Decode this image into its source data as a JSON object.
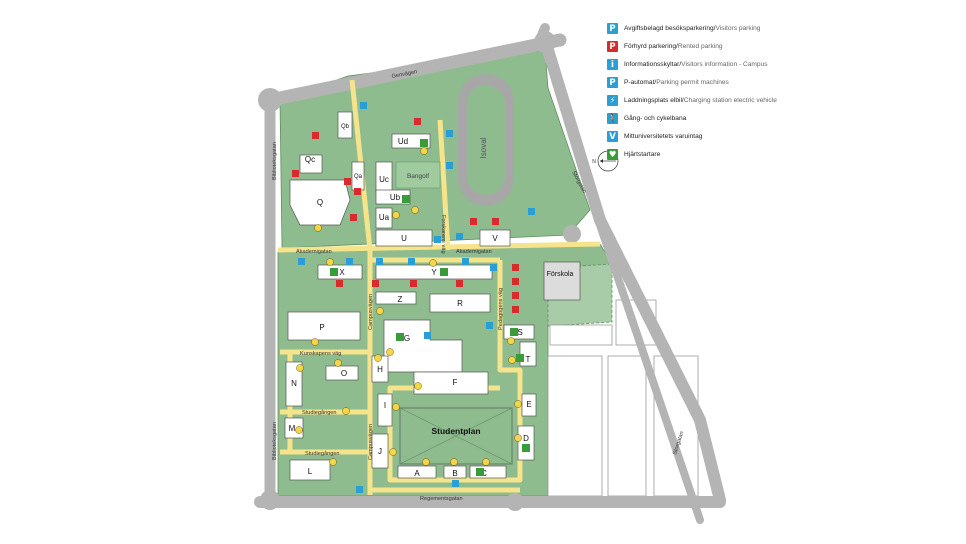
{
  "legend": [
    {
      "icon": "visitor-parking-icon",
      "label": "Avgiftsbelagd besöksparkering/",
      "sub": "Visitors parking",
      "color": "#2a9fd6",
      "glyph": "P"
    },
    {
      "icon": "rented-parking-icon",
      "label": "Förhyrd parkering/",
      "sub": "Rented parking",
      "color": "#d92b2b",
      "glyph": "P"
    },
    {
      "icon": "information-icon",
      "label": "Informationsskyltar/",
      "sub": "Visitors information - Campus",
      "color": "#2a9fd6",
      "glyph": "i"
    },
    {
      "icon": "parking-machine-icon",
      "label": "P-automat/",
      "sub": "Parking permit machines",
      "color": "#2a9fd6",
      "glyph": "P"
    },
    {
      "icon": "ev-charging-icon",
      "label": "Laddningsplats elbil/",
      "sub": "Charging station electric vehicle",
      "color": "#2a9fd6",
      "glyph": "⚡"
    },
    {
      "icon": "cycle-path-icon",
      "label": "Gång- och cykelbana",
      "sub": "",
      "color": "#2a9fd6",
      "glyph": "🚶"
    },
    {
      "icon": "delivery-entrance-icon",
      "label": "Mittuniversitetets varuintag",
      "sub": "",
      "color": "#2a9fd6",
      "glyph": "V"
    },
    {
      "icon": "defibrillator-icon",
      "label": "Hjärtstartare",
      "sub": "",
      "color": "#3a9b3a",
      "glyph": "♥"
    }
  ],
  "streets": {
    "genvagen": "Genvägen",
    "akademigatan_w": "Akademigatan",
    "akademigatan_e": "Akademigatan",
    "biblioteksgatan_n": "Biblioteksgatan",
    "biblioteksgatan_s": "Biblioteksgatan",
    "kunskapens_vag": "Kunskapens väg",
    "studiegangen_1": "Studiegången",
    "studiegangen_2": "Studiegången",
    "campusvagen_n": "Campusvägen",
    "campusvagen_s": "Campusvägen",
    "regementsgatan": "Regementsgatan",
    "storgatan_n": "Storgatan",
    "storgatan_s": "Storgatan",
    "pedagogens_vag": "Pedagogens väg",
    "forskarens_vag": "Forskarens väg"
  },
  "places": {
    "isoval": "Isoval",
    "bangolf": "Bangolf",
    "studentplan": "Studentplan",
    "forskola": "Förskola",
    "north": "N"
  },
  "buildings": {
    "Q": "Q",
    "Qc": "Qc",
    "Qb": "Qb",
    "Qa": "Qa",
    "Ud": "Ud",
    "Uc": "Uc",
    "Ub": "Ub",
    "Ua": "Ua",
    "U": "U",
    "V": "V",
    "X": "X",
    "Y": "Y",
    "Z": "Z",
    "R": "R",
    "P": "P",
    "G": "G",
    "S": "S",
    "T": "T",
    "H": "H",
    "O": "O",
    "N": "N",
    "F": "F",
    "I": "I",
    "E": "E",
    "M": "M",
    "J": "J",
    "D": "D",
    "L": "L",
    "A": "A",
    "B": "B",
    "C": "C"
  }
}
